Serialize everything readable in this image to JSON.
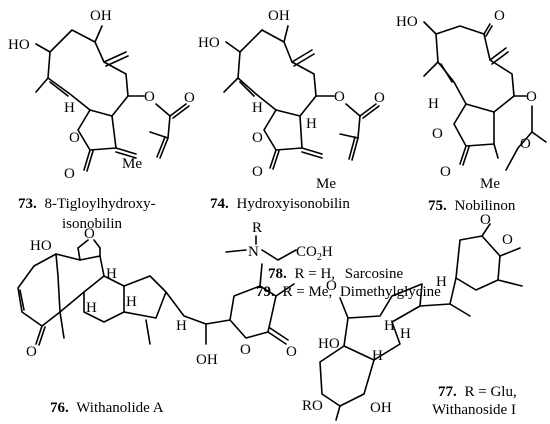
{
  "compounds": [
    {
      "number": "73.",
      "name_line1": "8-Tigloylhydroxy-",
      "name_line2": "isonobilin"
    },
    {
      "number": "74.",
      "name_line1": "Hydroxyisonobilin"
    },
    {
      "number": "75.",
      "name_line1": "Nobilinon"
    },
    {
      "number": "76.",
      "name_line1": "Withanolide A"
    },
    {
      "number": "77.",
      "r_text": "R = Glu,",
      "name_line1": "Withanoside I"
    },
    {
      "number": "78.",
      "r_text": "R = H,",
      "name_line1": "Sarcosine"
    },
    {
      "number": "79.",
      "r_text": "R = Me,",
      "name_line1": "Dimethylglycine"
    }
  ],
  "atoms": {
    "oh": "OH",
    "ho": "HO",
    "o": "O",
    "h": "H",
    "me": "Me",
    "n": "N",
    "r": "R",
    "co2h": "CO",
    "two": "2",
    "h_end": "H",
    "ro": "RO"
  }
}
